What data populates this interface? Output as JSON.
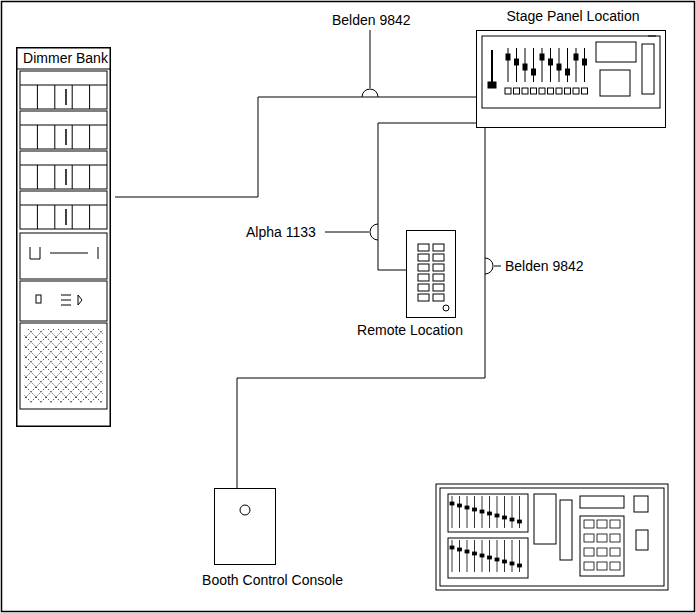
{
  "diagram": {
    "nodes": [
      {
        "text": [
          "Dimmer Bank"
        ]
      },
      {
        "text": [
          "Stage Panel Location"
        ]
      },
      {
        "text": [
          "Remote Location"
        ]
      },
      {
        "text": [
          "Booth Control Console"
        ]
      }
    ],
    "edges": [
      {
        "from": 0,
        "to": 1,
        "arrow": "none",
        "label": "Belden 9842"
      },
      {
        "from": 1,
        "to": 2,
        "arrow": "none",
        "label": "Alpha 1133"
      },
      {
        "from": 1,
        "to": 3,
        "arrow": "none",
        "label": "Belden 9842"
      }
    ]
  }
}
